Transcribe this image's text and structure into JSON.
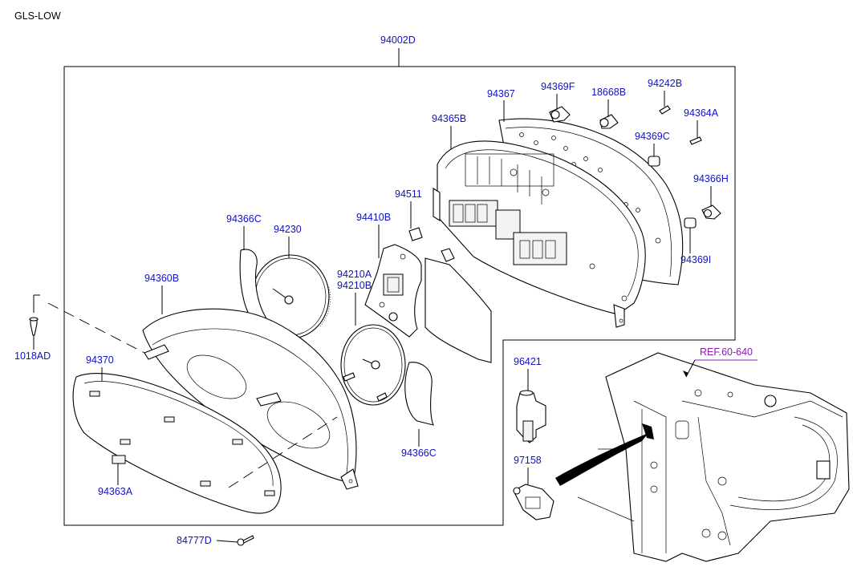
{
  "header": {
    "variant": "GLS-LOW"
  },
  "assembly": {
    "number": "94002D"
  },
  "reference": {
    "text": "REF.60-640",
    "color": "#8a1fb0"
  },
  "colors": {
    "label": "#1010c8",
    "lines": "#000000",
    "background": "#ffffff"
  },
  "labels": {
    "p94367": "94367",
    "p94369F": "94369F",
    "p18668B": "18668B",
    "p94242B": "94242B",
    "p94364A": "94364A",
    "p94365B": "94365B",
    "p94369C": "94369C",
    "p94366H": "94366H",
    "p94511": "94511",
    "p94410B": "94410B",
    "p94369I": "94369I",
    "p94366C_top": "94366C",
    "p94230": "94230",
    "p94360B": "94360B",
    "p94210A": "94210A",
    "p94210B": "94210B",
    "p1018AD": "1018AD",
    "p94370": "94370",
    "p96421": "96421",
    "p94366C_bottom": "94366C",
    "p97158": "97158",
    "p94363A": "94363A",
    "p84777D": "84777D"
  }
}
